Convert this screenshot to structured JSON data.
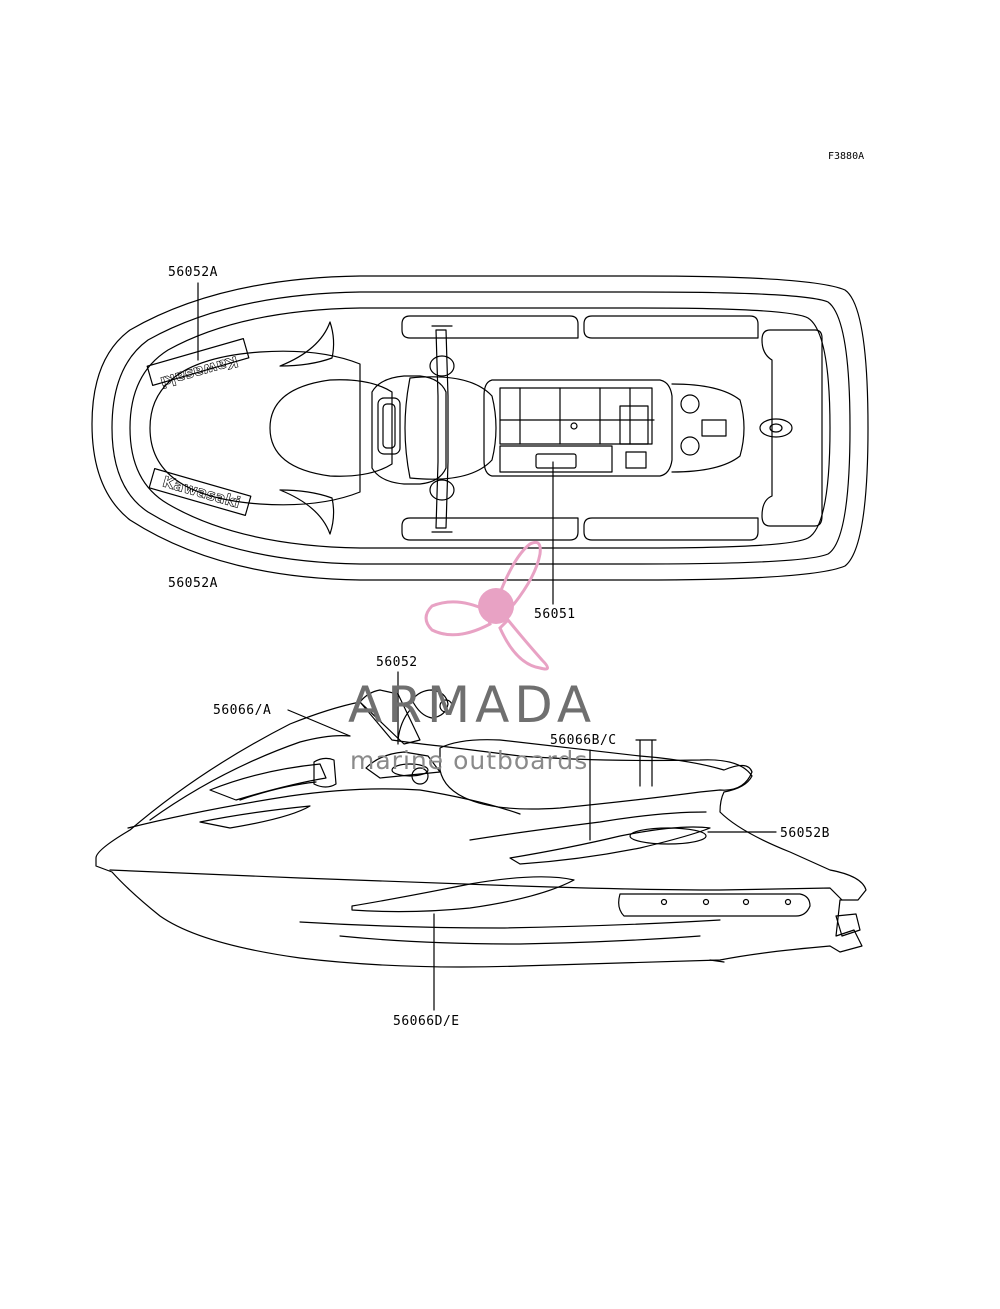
{
  "sheet_code": "F3880A",
  "top_view": {
    "decal_text": "Kawasaki",
    "labels": {
      "upper_left": "56052A",
      "lower_left": "56052A",
      "center": "56051"
    }
  },
  "side_view": {
    "labels": {
      "top": "56052",
      "front": "56066/A",
      "seat": "56066B/C",
      "rear": "56052B",
      "hull": "56066D/E"
    }
  },
  "watermark": {
    "title": "ARMADA",
    "subtitle": "marine outboards",
    "accent_color": "#e8a2c4",
    "text_color": "#6f6f6f"
  }
}
